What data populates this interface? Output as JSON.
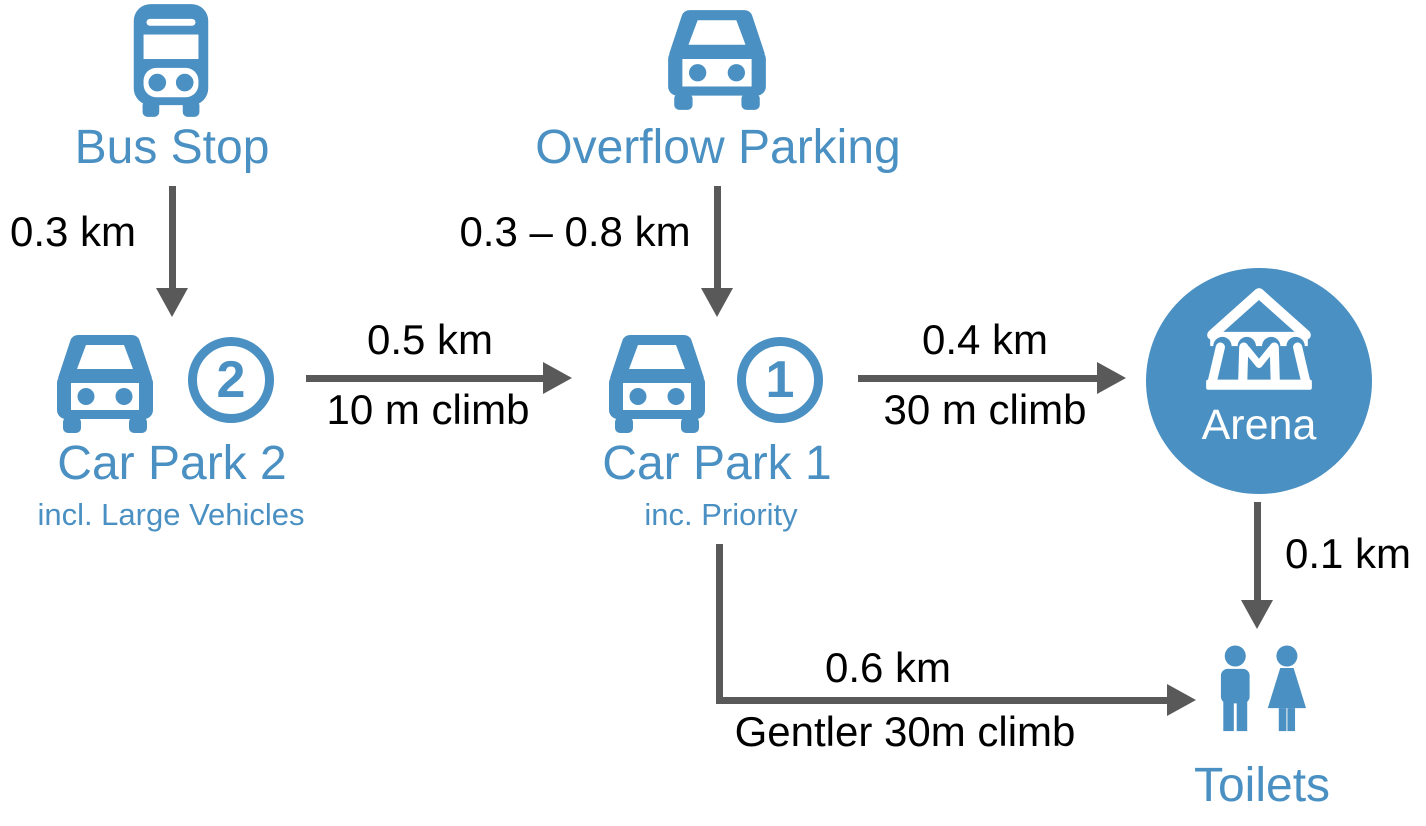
{
  "colors": {
    "accent_blue": "#4A90C2",
    "arrow_gray": "#595959",
    "text_black": "#000000",
    "arena_text_white": "#FFFFFF"
  },
  "nodes": {
    "bus_stop": {
      "label": "Bus Stop",
      "icon": "bus-icon"
    },
    "overflow_parking": {
      "label": "Overflow Parking",
      "icon": "car-icon"
    },
    "car_park_2": {
      "label": "Car Park 2",
      "sublabel": "incl. Large Vehicles",
      "badge": "2",
      "icon": "car-icon"
    },
    "car_park_1": {
      "label": "Car Park 1",
      "sublabel": "inc. Priority",
      "badge": "1",
      "icon": "car-icon"
    },
    "arena": {
      "label": "Arena",
      "icon": "circus-tent-icon"
    },
    "toilets": {
      "label": "Toilets",
      "icon": "restroom-icon"
    }
  },
  "edges": [
    {
      "from": "Bus Stop",
      "to": "Car Park 2",
      "distance": "0.3 km"
    },
    {
      "from": "Overflow Parking",
      "to": "Car Park 1",
      "distance": "0.3 – 0.8 km"
    },
    {
      "from": "Car Park 2",
      "to": "Car Park 1",
      "distance": "0.5 km",
      "climb": "10 m climb"
    },
    {
      "from": "Car Park 1",
      "to": "Arena",
      "distance": "0.4 km",
      "climb": "30 m climb"
    },
    {
      "from": "Arena",
      "to": "Toilets",
      "distance": "0.1 km"
    },
    {
      "from": "Car Park 1",
      "to": "Toilets",
      "distance": "0.6 km",
      "climb": "Gentler 30m climb"
    }
  ]
}
